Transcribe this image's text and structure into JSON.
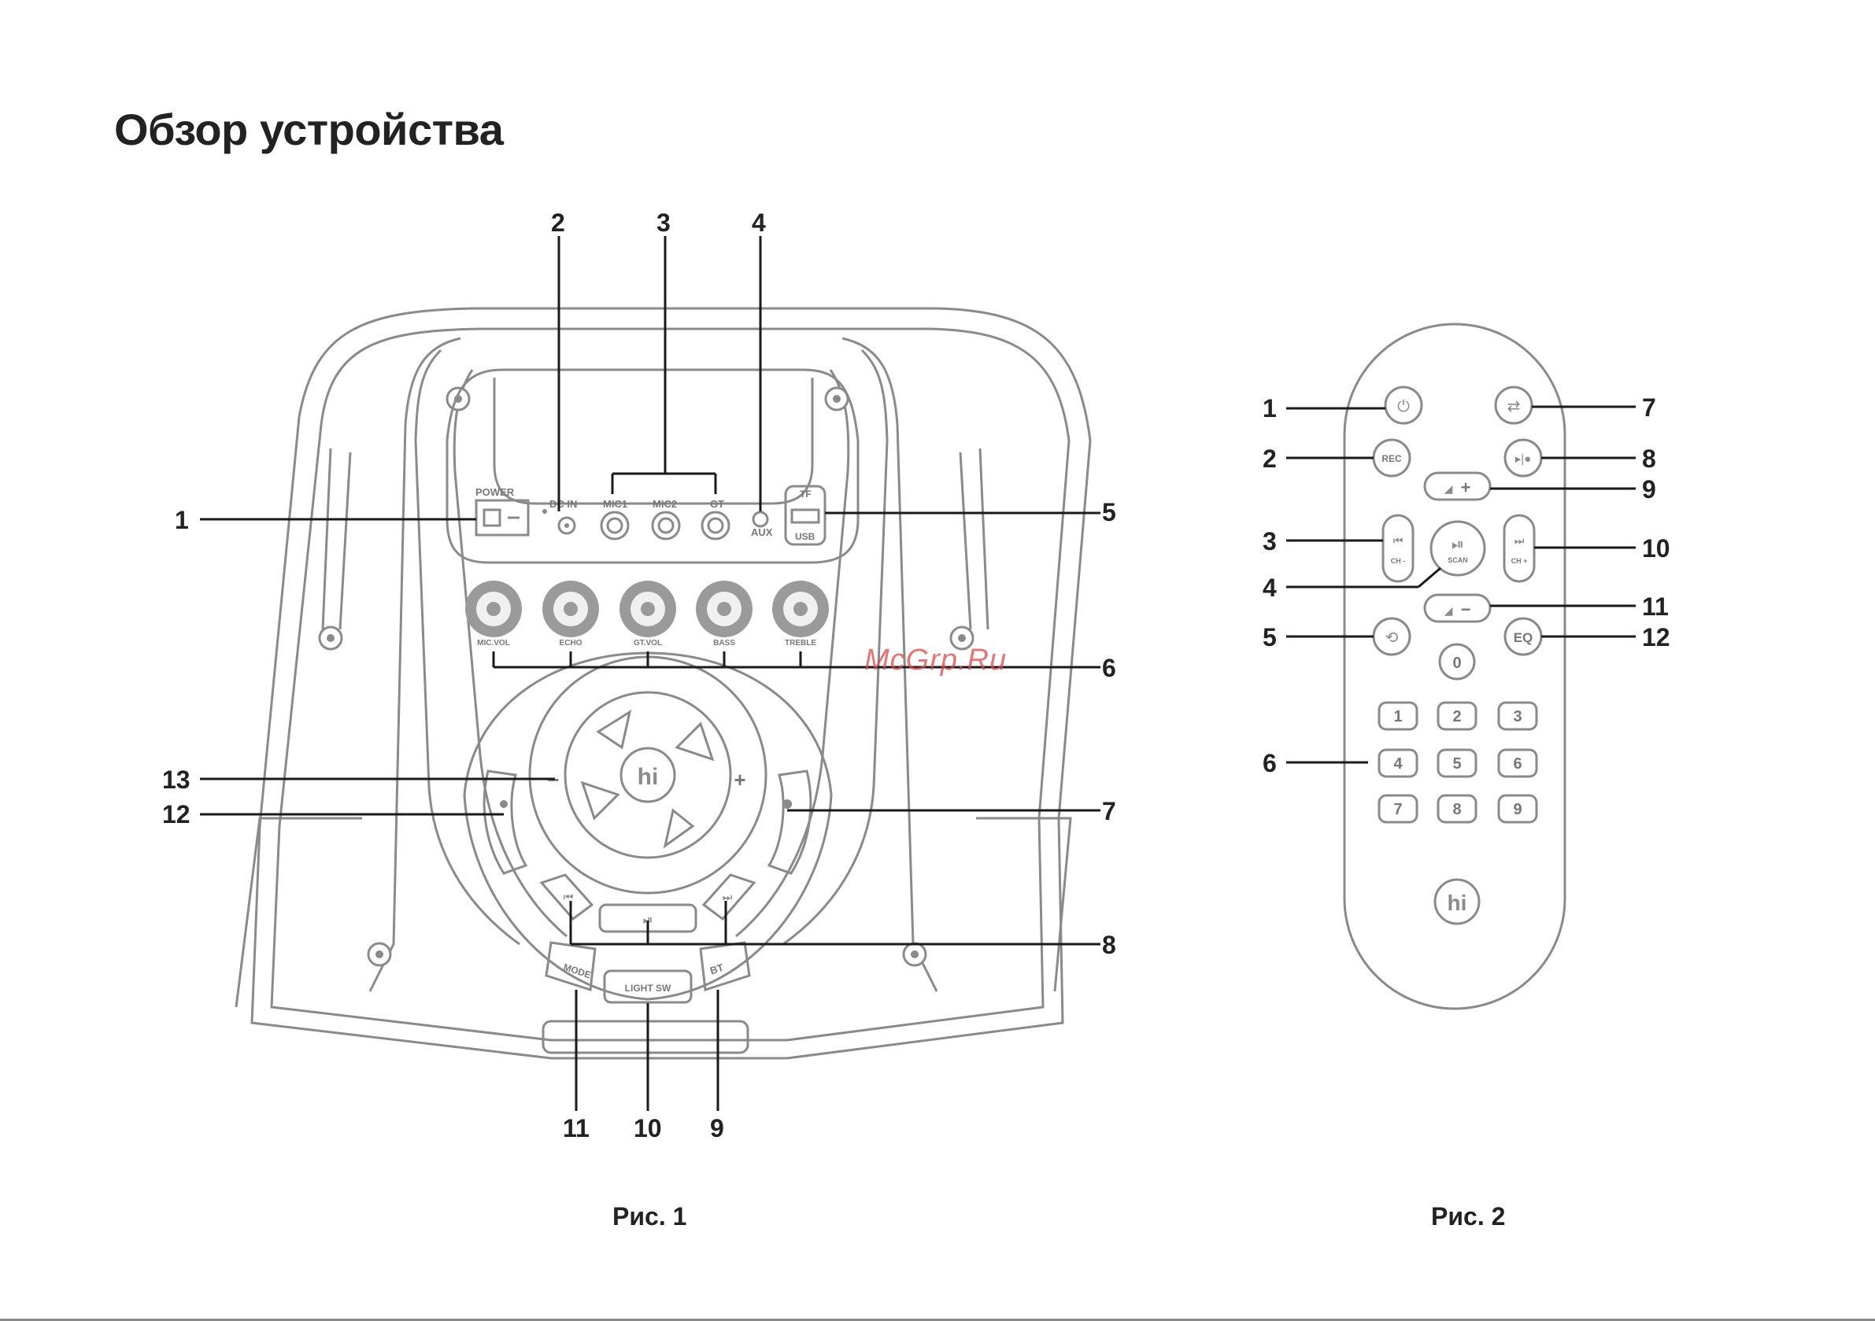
{
  "page": {
    "title": "Обзор устройства",
    "fig1_caption": "Рис. 1",
    "fig2_caption": "Рис. 2",
    "watermark": "McGrp.Ru"
  },
  "speaker": {
    "panel_labels": {
      "power": "POWER",
      "dc_in": "DC IN",
      "mic1": "MIC1",
      "mic2": "MIC2",
      "gt": "GT",
      "aux": "AUX",
      "tf": "TF",
      "usb": "USB"
    },
    "knobs": [
      "MIC.VOL",
      "ECHO",
      "GT.VOL",
      "BASS",
      "TREBLE"
    ],
    "buttons": {
      "mode": "MODE",
      "light_sw": "LIGHT SW",
      "bt": "BT",
      "minus": "−",
      "plus": "+"
    },
    "callouts": [
      "1",
      "2",
      "3",
      "4",
      "5",
      "6",
      "7",
      "8",
      "9",
      "10",
      "11",
      "12",
      "13"
    ]
  },
  "remote": {
    "buttons": {
      "rec": "REC",
      "scan": "SCAN",
      "ch_minus": "CH -",
      "ch_plus": "CH +",
      "eq": "EQ",
      "vol_plus": "+",
      "vol_minus": "−"
    },
    "digits": [
      "0",
      "1",
      "2",
      "3",
      "4",
      "5",
      "6",
      "7",
      "8",
      "9"
    ],
    "callouts": [
      "1",
      "2",
      "3",
      "4",
      "5",
      "6",
      "7",
      "8",
      "9",
      "10",
      "11",
      "12"
    ]
  }
}
